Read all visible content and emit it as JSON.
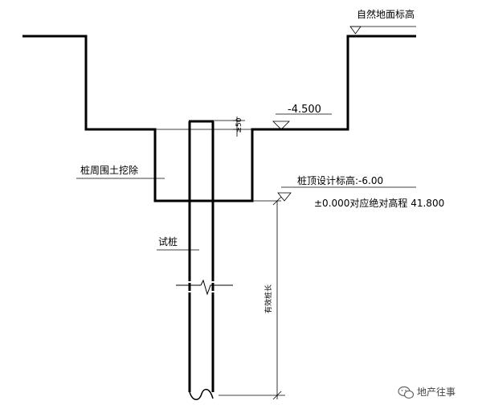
{
  "labels": {
    "ground_level": "自然地面标高",
    "excavation_elevation": "-4.500",
    "offset_dim": "≥50",
    "soil_removal": "桩周围土挖除",
    "pile_top_elevation": "桩顶设计标高:-6.00",
    "datum_note": "±0.000对应绝对高程 41.800",
    "test_pile": "试桩",
    "effective_length": "有效桩长"
  },
  "watermark": {
    "icon": "wechat-icon",
    "text": "地产往事"
  }
}
